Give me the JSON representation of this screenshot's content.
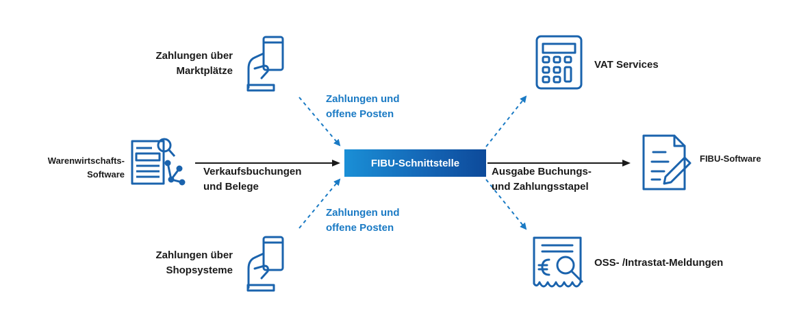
{
  "center": {
    "label": "FIBU-Schnittstelle"
  },
  "inputs": {
    "marketplace": "Zahlungen über\nMarktplätze",
    "erp": "Warenwirtschafts-\nSoftware",
    "shops": "Zahlungen über\nShopsysteme"
  },
  "flows": {
    "top_in": "Zahlungen und\noffene Posten",
    "left_in": "Verkaufsbuchungen\nund Belege",
    "bottom_in": "Zahlungen und\noffene Posten",
    "right_out": "Ausgabe Buchungs-\nund Zahlungsstapel"
  },
  "outputs": {
    "vat": "VAT Services",
    "fibu": "FIBU-Software",
    "oss": "OSS- /Intrastat-Meldungen"
  },
  "icons": {
    "marketplace": "hand-card-icon",
    "erp": "document-search-network-icon",
    "shops": "hand-card-icon",
    "vat": "calculator-icon",
    "fibu": "document-edit-icon",
    "oss": "euro-receipt-search-icon"
  },
  "colors": {
    "icon": "#1a63ad",
    "accent": "#1a7ac4",
    "text": "#1a1a1a"
  }
}
